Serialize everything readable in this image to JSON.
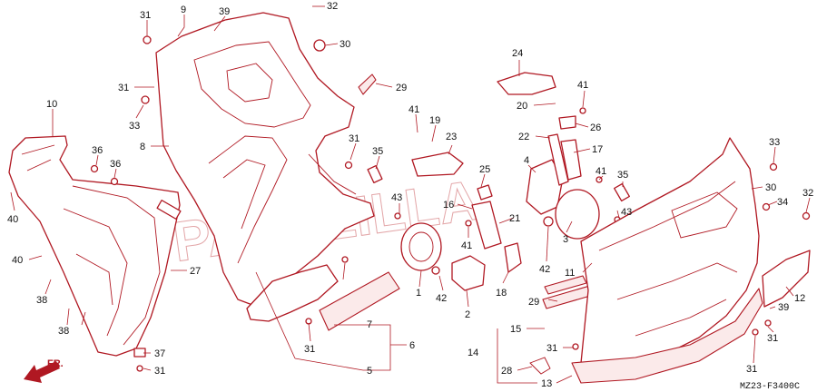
{
  "watermark": "PARTZILLA",
  "diagram_code": "MZ23-F3400C",
  "direction_label": "FR.",
  "callouts": [
    "31",
    "9",
    "39",
    "32",
    "30",
    "29",
    "31",
    "33",
    "8",
    "10",
    "36",
    "36",
    "40",
    "40",
    "27",
    "38",
    "38",
    "37",
    "31",
    "41",
    "19",
    "23",
    "31",
    "35",
    "43",
    "25",
    "16",
    "21",
    "41",
    "1",
    "42",
    "2",
    "18",
    "24",
    "41",
    "20",
    "26",
    "22",
    "17",
    "4",
    "41",
    "35",
    "43",
    "3",
    "42",
    "11",
    "33",
    "30",
    "34",
    "32",
    "12",
    "39",
    "29",
    "31",
    "31",
    "7",
    "6",
    "15",
    "14",
    "28",
    "13",
    "5",
    "31",
    "31"
  ]
}
